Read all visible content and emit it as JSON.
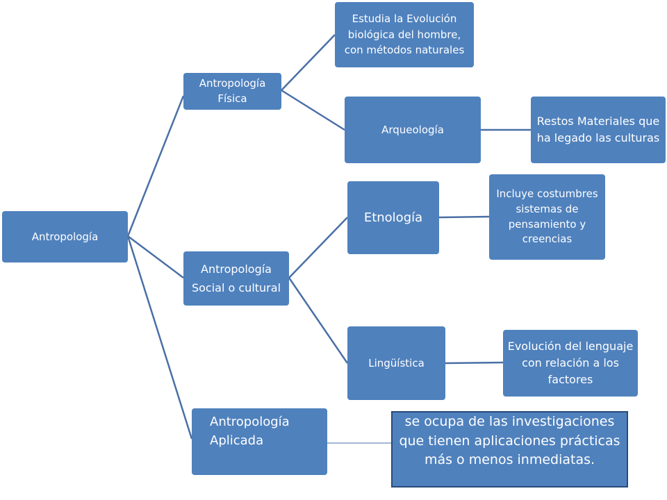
{
  "diagram": {
    "root": "Antropología",
    "fisica": "Antropología Física",
    "fisica_desc": "Estudia la Evolución biológica del hombre, con métodos naturales",
    "arqueologia": "Arqueología",
    "arqueologia_desc": "Restos Materiales que ha legado las culturas",
    "social_line1": "Antropología",
    "social_line2": "Social o cultural",
    "etnologia": "Etnología",
    "etnologia_desc": "Incluye costumbres sistemas de pensamiento y creencias",
    "linguistica": "Lingüística",
    "linguistica_desc": "Evolución del lenguaje con relación a los factores",
    "aplicada_line1": "Antropología",
    "aplicada_line2": "Aplicada",
    "aplicada_desc": "se ocupa de las investigaciones que tienen aplicaciones prácticas más o menos inmediatas."
  },
  "colors": {
    "node_fill": "#4f81bd",
    "node_text": "#ffffff",
    "connector": "#4a6fa5",
    "frame_border": "#2a4a78"
  }
}
